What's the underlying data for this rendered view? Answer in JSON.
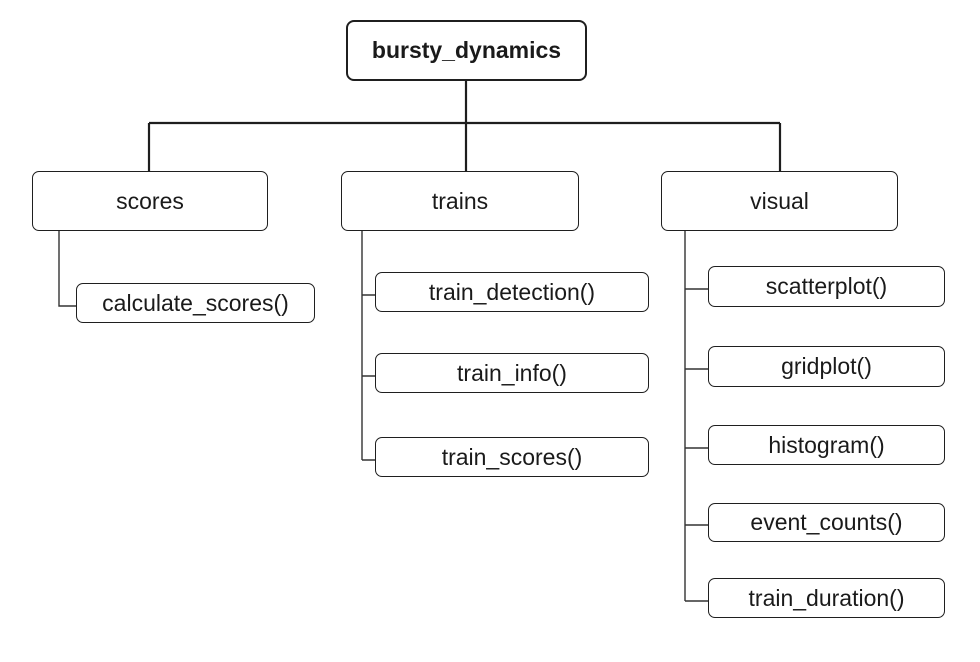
{
  "diagram": {
    "title": "bursty_dynamics",
    "groups": [
      {
        "label": "scores",
        "functions": [
          "calculate_scores()"
        ]
      },
      {
        "label": "trains",
        "functions": [
          "train_detection()",
          "train_info()",
          "train_scores()"
        ]
      },
      {
        "label": "visual",
        "functions": [
          "scatterplot()",
          "gridplot()",
          "histogram()",
          "event_counts()",
          "train_duration()"
        ]
      }
    ],
    "colors": {
      "background": "#ffffff",
      "box_fill": "#ffffff",
      "box_border": "#1f1f1f",
      "main_connector": "#1e1e1e",
      "child_connector": "#333333",
      "text": "#1a1a1a"
    }
  }
}
